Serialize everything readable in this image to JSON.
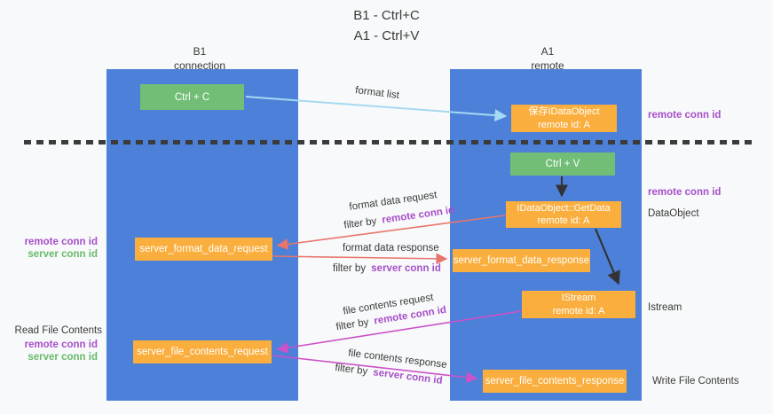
{
  "title": {
    "line1": "B1 - Ctrl+C",
    "line2": "A1 - Ctrl+V"
  },
  "lanes": {
    "left": {
      "name": "B1",
      "role": "connection"
    },
    "right": {
      "name": "A1",
      "role": "remote"
    }
  },
  "nodes": {
    "ctrl_c": "Ctrl + C",
    "ctrl_v": "Ctrl + V",
    "save_idataobject": {
      "line1": "保存IDataObject",
      "line2": "remote id: A"
    },
    "getdata": {
      "line1": "IDataObject::GetData",
      "line2": "remote id: A"
    },
    "istream": {
      "line1": "IStream",
      "line2": "remote id: A"
    },
    "server_format_data_request": "server_format_data_request",
    "server_format_data_response": "server_format_data_response",
    "server_file_contents_request": "server_file_contents_request",
    "server_file_contents_response": "server_file_contents_response"
  },
  "edge_labels": {
    "format_list": "format list",
    "format_data_request": "format data request",
    "format_data_response": "format data response",
    "file_contents_request": "file contents request",
    "file_contents_response": "file contents response",
    "filter_by": "filter by",
    "remote_conn_id": "remote conn id",
    "server_conn_id": "server conn id"
  },
  "side_labels": {
    "read_file_contents": "Read File Contents",
    "write_file_contents": "Write File Contents",
    "dataobject": "DataObject",
    "istream": "Istream",
    "remote_conn_id": "remote conn id",
    "server_conn_id": "server conn id"
  },
  "colors": {
    "lane_blue": "#4D80D8",
    "node_green": "#72BE76",
    "node_orange": "#F9AE3D",
    "purple_text": "#A64FC9",
    "green_text": "#67BB6A",
    "arrow_salmon": "#E8756B",
    "arrow_magenta": "#CC52C8",
    "arrow_lightblue": "#A6D9F2",
    "arrow_black": "#333333"
  }
}
